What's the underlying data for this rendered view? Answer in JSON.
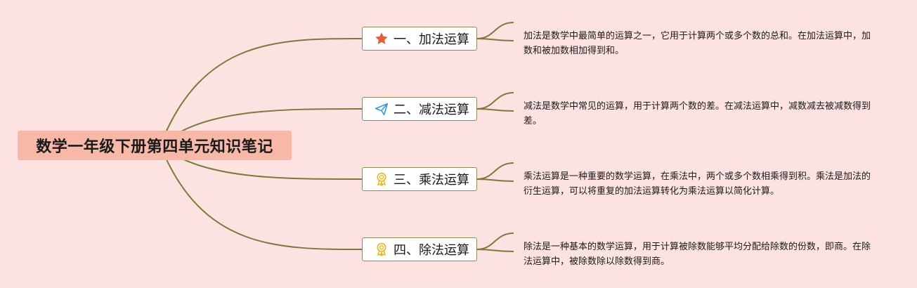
{
  "central_topic": "数学一年级下册第四单元知识笔记",
  "branches": [
    {
      "title": "一、加法运算",
      "icon": "star-icon",
      "icon_color": "#e0603a",
      "note": "加法是数学中最简单的运算之一，它用于计算两个或多个数的总和。在加法运算中，加数和被加数相加得到和。"
    },
    {
      "title": "二、减法运算",
      "icon": "paper-plane-icon",
      "icon_color": "#3a9bd8",
      "note": "减法是数学中常见的运算，用于计算两个数的差。在减法运算中，减数减去被减数得到差。"
    },
    {
      "title": "三、乘法运算",
      "icon": "award-ribbon-icon",
      "icon_color": "#e8b820",
      "note": "乘法运算是一种重要的数学运算，在乘法中，两个或多个数相乘得到积。乘法是加法的衍生运算，可以将重复的加法运算转化为乘法运算以简化计算。"
    },
    {
      "title": "四、除法运算",
      "icon": "award-ribbon-icon",
      "icon_color": "#e8b820",
      "note": "除法是一种基本的数学运算，用于计算被除数能够平均分配给除数的份数，即商。在除法运算中，被除数除以除数得到商。"
    }
  ],
  "colors": {
    "background": "#fde2e2",
    "central_fill": "#f8b8a8",
    "connector": "#7a7a3a",
    "topic_border": "#8a8a5a"
  }
}
